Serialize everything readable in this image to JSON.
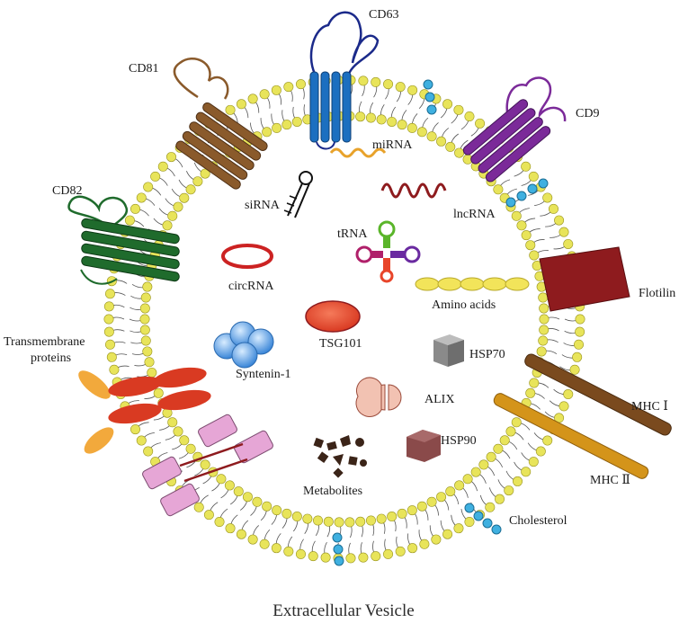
{
  "caption": "Extracellular Vesicle",
  "labels": {
    "cd63": "CD63",
    "cd81": "CD81",
    "cd9": "CD9",
    "cd82": "CD82",
    "mirna": "miRNA",
    "lncrna": "lncRNA",
    "sirna": "siRNA",
    "trna": "tRNA",
    "circrna": "circRNA",
    "amino_acids": "Amino acids",
    "flotilin": "Flotilin",
    "tsg101": "TSG101",
    "transmembrane_line1": "Transmembrane",
    "transmembrane_line2": "proteins",
    "syntenin": "Syntenin-1",
    "hsp70": "HSP70",
    "alix": "ALIX",
    "mhc1": "MHC Ⅰ",
    "mhc2": "MHC Ⅱ",
    "hsp90": "HSP90",
    "metabolites": "Metabolites",
    "cholesterol": "Cholesterol"
  },
  "colors": {
    "lipid_head": "#e8e45a",
    "cd63": "#1c6fc0",
    "cd81": "#8a5a2b",
    "cd9": "#7b2a99",
    "cd82": "#1f6b2c",
    "flotilin": "#8e1b1e",
    "tsg101": "#e0402a",
    "mhc1": "#7a4a1e",
    "mhc2": "#d4941a",
    "cholesterol": "#3fb0e0"
  }
}
